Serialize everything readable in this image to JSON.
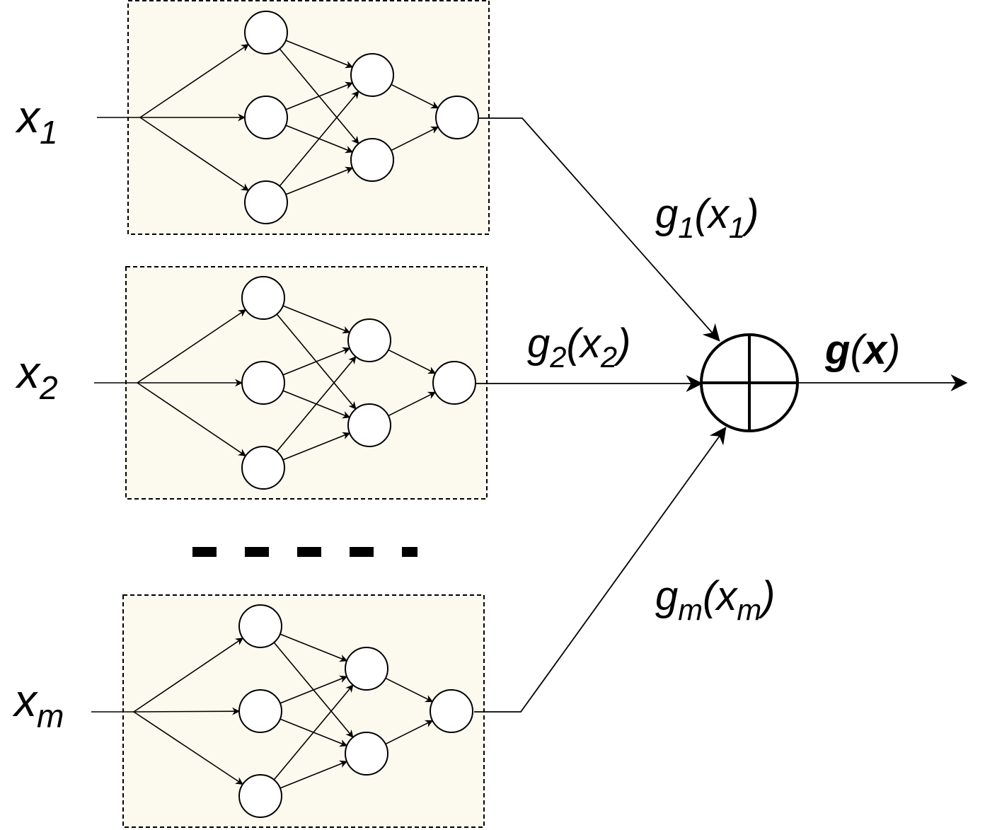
{
  "networks": [
    {
      "input_label": {
        "base": "x",
        "sub": "1"
      },
      "output_label": {
        "func": "g",
        "func_sub": "1",
        "arg": "x",
        "arg_sub": "1"
      }
    },
    {
      "input_label": {
        "base": "x",
        "sub": "2"
      },
      "output_label": {
        "func": "g",
        "func_sub": "2",
        "arg": "x",
        "arg_sub": "2"
      }
    },
    {
      "input_label": {
        "base": "x",
        "sub": "m"
      },
      "output_label": {
        "func": "g",
        "func_sub": "m",
        "arg": "x",
        "arg_sub": "m"
      }
    }
  ],
  "aggregator": {
    "icon": "circled-plus-icon"
  },
  "result_label": {
    "func": "g",
    "arg": "x"
  }
}
